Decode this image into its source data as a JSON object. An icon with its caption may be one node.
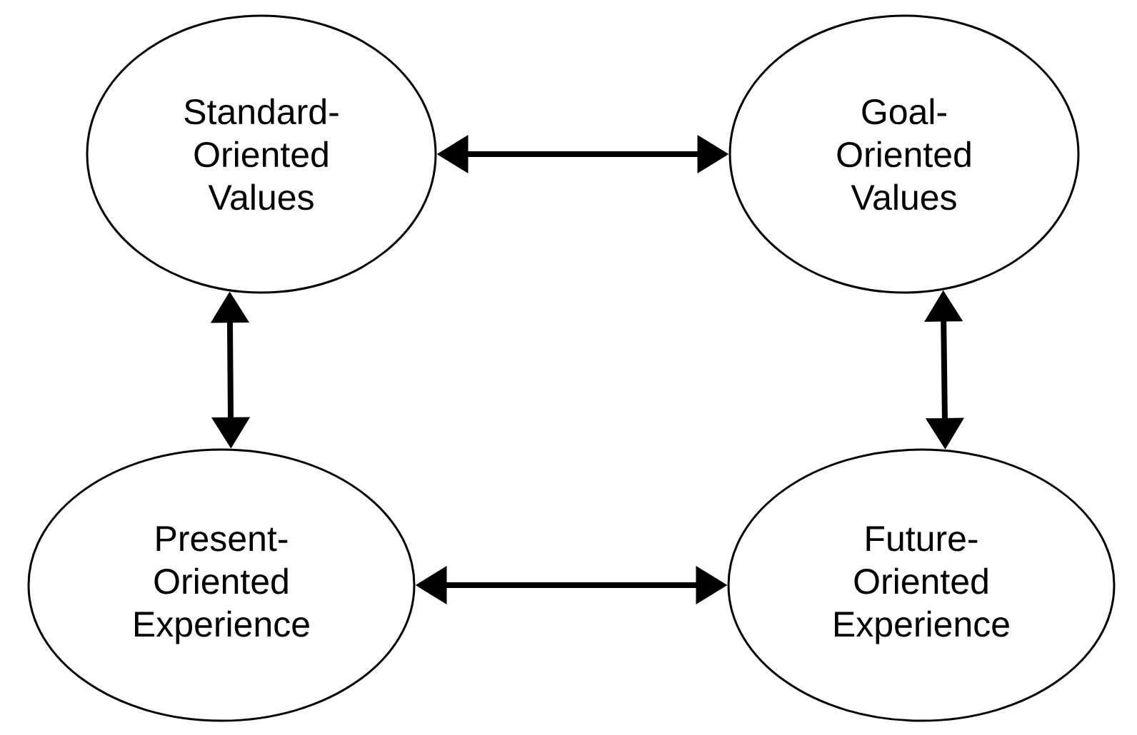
{
  "diagram": {
    "nodes": [
      {
        "text": [
          "Standard-Oriented Values"
        ]
      },
      {
        "text": [
          "Goal-Oriented Values"
        ]
      },
      {
        "text": [
          "Present-Oriented Experience"
        ]
      },
      {
        "text": [
          "Future-Oriented Experience"
        ]
      }
    ],
    "edges": [
      {
        "from": 0,
        "to": 1,
        "arrow": "both"
      },
      {
        "from": 0,
        "to": 2,
        "arrow": "both"
      },
      {
        "from": 1,
        "to": 3,
        "arrow": "both"
      },
      {
        "from": 2,
        "to": 3,
        "arrow": "both"
      }
    ]
  }
}
